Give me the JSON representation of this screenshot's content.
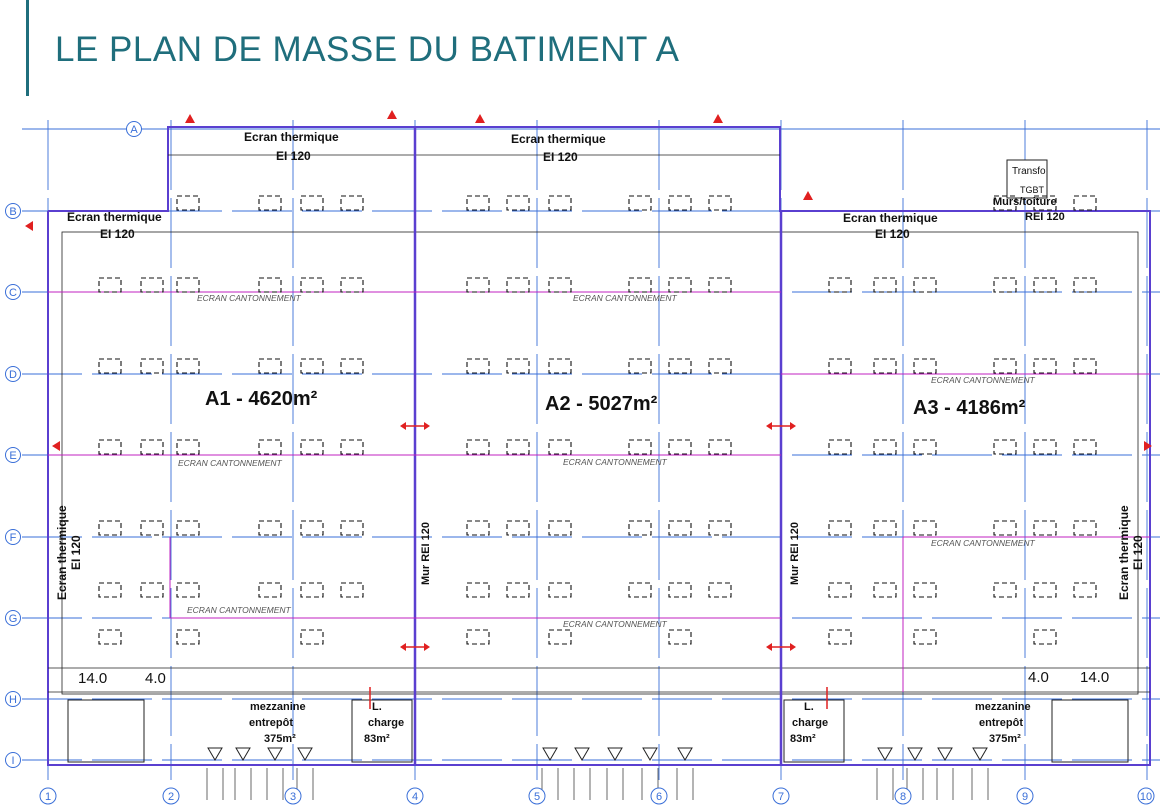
{
  "page": {
    "title": "LE PLAN DE MASSE DU BATIMENT A"
  },
  "colors": {
    "title": "#1f6e7c",
    "grid": "#3a6fd8",
    "wall": "#5a3fd0",
    "canton": "#c020c0",
    "arrow": "#e02020"
  },
  "grid_rows": [
    "A",
    "B",
    "C",
    "D",
    "E",
    "F",
    "G",
    "H",
    "I"
  ],
  "grid_cols": [
    "1",
    "2",
    "3",
    "4",
    "5",
    "6",
    "7",
    "8",
    "9",
    "10"
  ],
  "cells": {
    "a1": "A1 - 4620m²",
    "a2": "A2 - 5027m²",
    "a3": "A3 - 4186m²"
  },
  "labels": {
    "ecran_thermique": "Ecran thermique",
    "ei120": "EI 120",
    "ecran_cantonnement": "ECRAN CANTONNEMENT",
    "mur_rei": "Mur REI 120",
    "transfo": "Transfo",
    "tgbt": "TGBT",
    "murs_toiture": "Murs/toiture",
    "rei120": "REI 120",
    "mezzanine1": "mezzanine",
    "mezzanine2": "entrepôt",
    "mezzanine_area": "375m²",
    "lcharge1": "L.",
    "lcharge2": "charge",
    "lcharge_area": "83m²",
    "dim_14": "14.0",
    "dim_4": "4.0"
  }
}
